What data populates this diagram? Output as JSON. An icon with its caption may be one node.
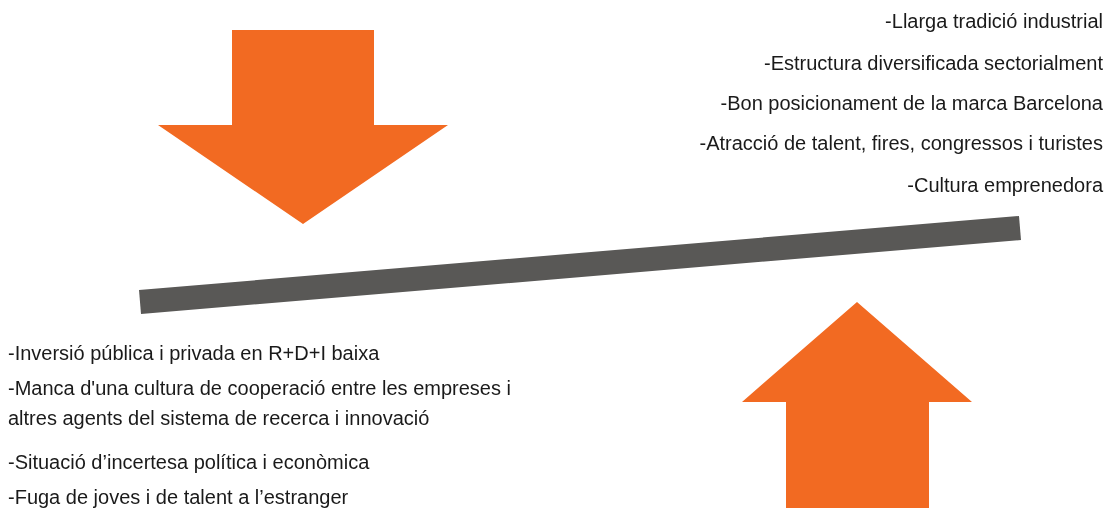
{
  "diagram": {
    "labels": [
      "-Llarga tradició industrial",
      "-Estructura diversificada sectorialment",
      "-Bon posicionament de la marca Barcelona",
      "-Atracció de talent, fires, congressos i turistes",
      "-Cultura emprenedora",
      "-Inversió pública i privada en R+D+I baixa",
      "-Manca d'una cultura de cooperació entre les empreses i altres agents del sistema de recerca i innovació",
      "-Situació d’incertesa política i econòmica",
      "-Fuga de joves i de talent a l’estranger"
    ]
  }
}
